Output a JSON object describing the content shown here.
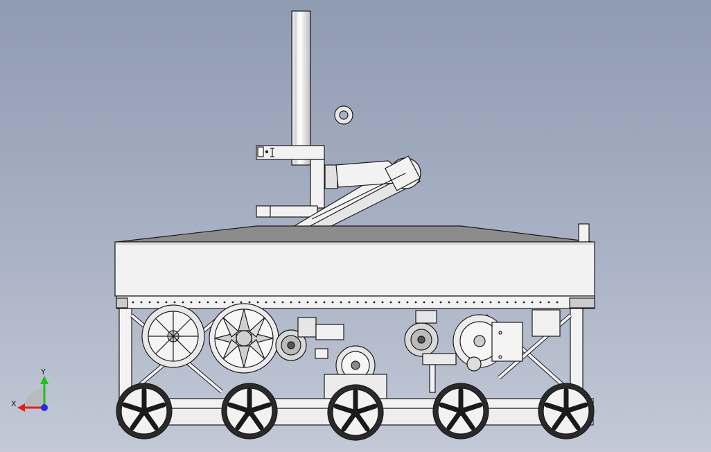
{
  "viewport": {
    "background_top": "#8f9bb2",
    "background_bottom": "#c3c9d6"
  },
  "model": {
    "outline_color": "#1a1a1a",
    "body_fill": "#f2f2f2",
    "top_fill": "#8c8c8c",
    "wheel_count": 5
  },
  "triad": {
    "x_label": "X",
    "y_label": "Y",
    "x_color": "#e02020",
    "y_color": "#20c020",
    "z_color": "#2030e0"
  }
}
